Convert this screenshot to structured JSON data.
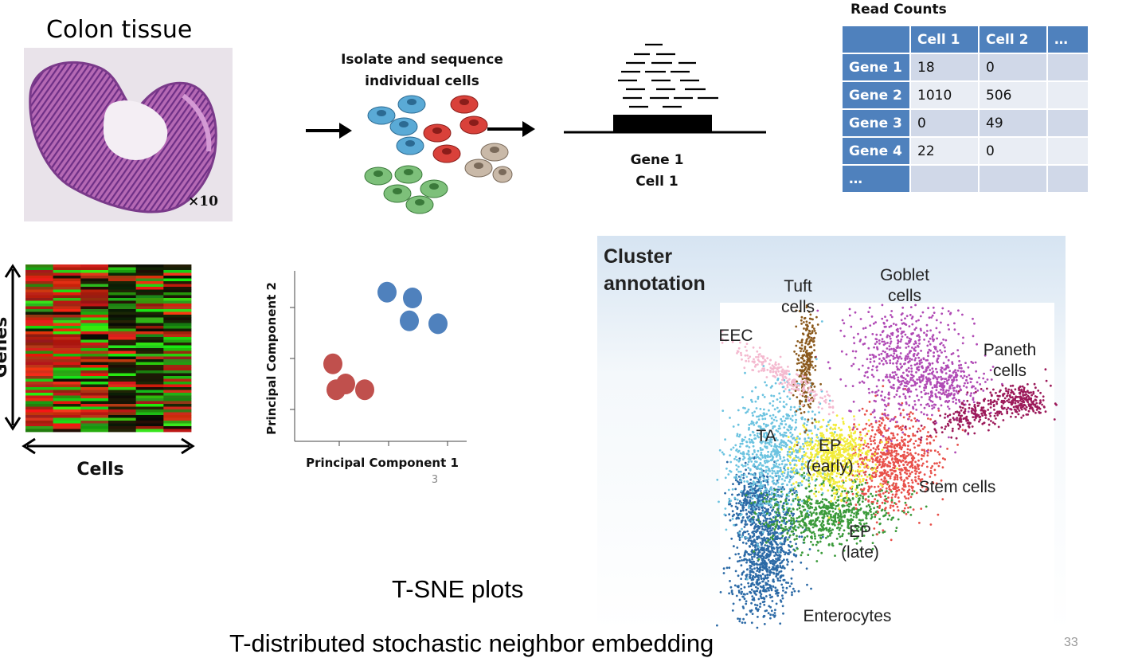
{
  "colon": {
    "title": "Colon tissue",
    "magnification": "×10"
  },
  "sequencing": {
    "caption_line1": "Isolate and sequence",
    "caption_line2": "individual cells"
  },
  "reads": {
    "gene_label": "Gene 1",
    "cell_label": "Cell 1"
  },
  "read_counts": {
    "title": "Read Counts",
    "columns": [
      "",
      "Cell 1",
      "Cell 2",
      "…"
    ],
    "rows": [
      {
        "gene": "Gene 1",
        "values": [
          "18",
          "0",
          ""
        ]
      },
      {
        "gene": "Gene 2",
        "values": [
          "1010",
          "506",
          ""
        ]
      },
      {
        "gene": "Gene 3",
        "values": [
          "0",
          "49",
          ""
        ]
      },
      {
        "gene": "Gene 4",
        "values": [
          "22",
          "0",
          ""
        ]
      },
      {
        "gene": "…",
        "values": [
          "",
          "",
          ""
        ]
      }
    ]
  },
  "heatmap": {
    "y_label": "Genes",
    "x_label": "Cells"
  },
  "chart_data": {
    "type": "scatter",
    "xlabel": "Principal Component 1",
    "ylabel": "Principal Component 2",
    "series": [
      {
        "color": "#c0504d",
        "points": [
          [
            1.2,
            2.7
          ],
          [
            1.6,
            2.0
          ],
          [
            1.3,
            1.8
          ],
          [
            2.2,
            1.8
          ]
        ]
      },
      {
        "color": "#4f81bd",
        "points": [
          [
            2.9,
            5.2
          ],
          [
            3.7,
            5.0
          ],
          [
            3.6,
            4.2
          ],
          [
            4.5,
            4.1
          ]
        ]
      }
    ],
    "extra_label": "3"
  },
  "tsne": {
    "title_line1": "Cluster",
    "title_line2": "annotation",
    "labels": {
      "tuft_1": "Tuft",
      "tuft_2": "cells",
      "goblet_1": "Goblet",
      "goblet_2": "cells",
      "eec": "EEC",
      "paneth_1": "Paneth",
      "paneth_2": "cells",
      "ta": "TA",
      "ep_early_1": "EP",
      "ep_early_2": "(early)",
      "stem": "Stem cells",
      "ep_late_1": "EP",
      "ep_late_2": "(late)",
      "enterocytes": "Enterocytes"
    },
    "colors": {
      "tuft": "#8b5a1e",
      "goblet": "#b04ab5",
      "eec": "#f4b9cf",
      "paneth": "#9c1a5a",
      "ta": "#6cc3e0",
      "ep_early": "#f2ec3a",
      "stem": "#e8504a",
      "ep_late": "#3a9a3a",
      "enterocytes": "#2c6aa6"
    }
  },
  "footer": {
    "tsne_heading": "T-SNE plots",
    "subtitle": "T-distributed stochastic neighbor embedding",
    "page_number": "33"
  }
}
